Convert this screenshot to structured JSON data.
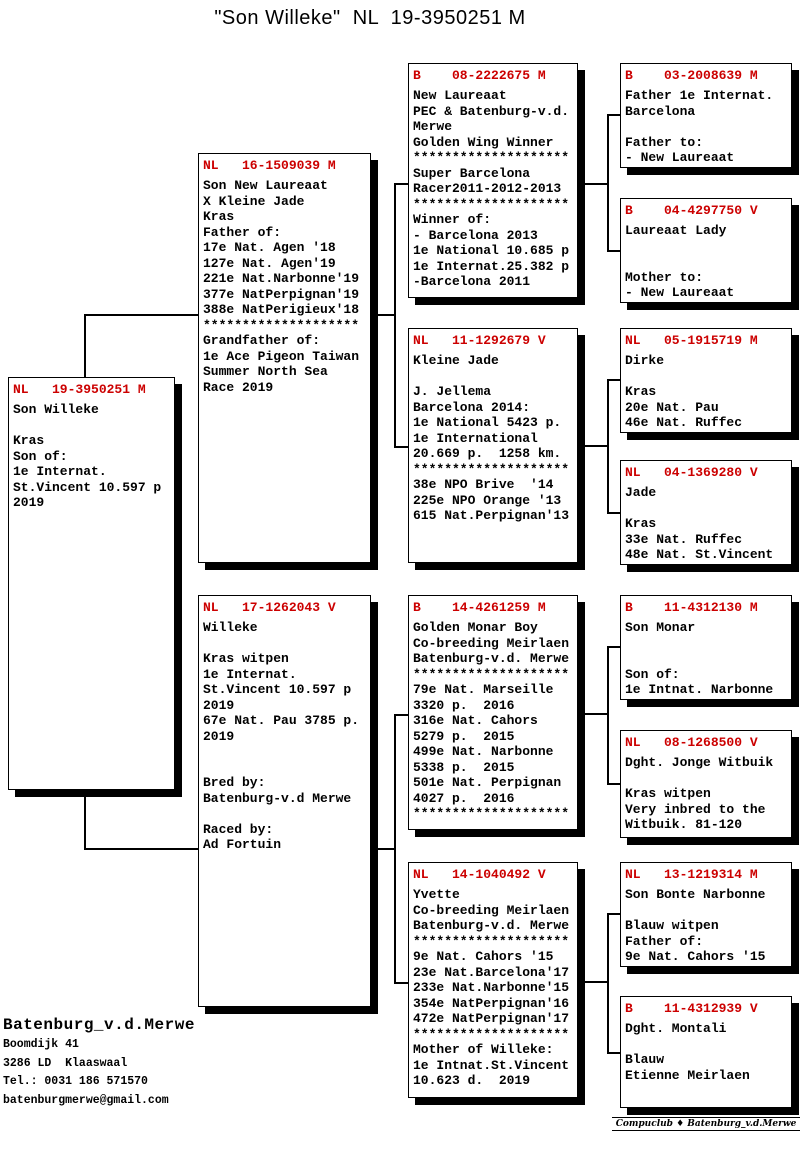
{
  "title": "\"Son Willeke\"  NL  19-3950251 M",
  "colors": {
    "ring_red": "#cc0000",
    "line_black": "#000000",
    "background": "#ffffff"
  },
  "boxes": {
    "subject": {
      "ring": "NL   19-3950251 M",
      "lines": [
        "Son Willeke",
        "",
        "Kras",
        "Son of:",
        "1e Internat.",
        "St.Vincent 10.597 p",
        "2019"
      ]
    },
    "sire": {
      "ring": "NL   16-1509039 M",
      "lines": [
        "Son New Laureaat",
        "X Kleine Jade",
        "Kras",
        "Father of:",
        "17e Nat. Agen '18",
        "127e Nat. Agen'19",
        "221e Nat.Narbonne'19",
        "377e NatPerpignan'19",
        "388e NatPerigieux'18",
        "********************",
        "Grandfather of:",
        "1e Ace Pigeon Taiwan",
        "Summer North Sea",
        "Race 2019"
      ]
    },
    "dam": {
      "ring": "NL   17-1262043 V",
      "lines": [
        "Willeke",
        "",
        "Kras witpen",
        "1e Internat.",
        "St.Vincent 10.597 p",
        "2019",
        "67e Nat. Pau 3785 p.",
        "2019",
        "",
        "",
        "Bred by:",
        "Batenburg-v.d Merwe",
        "",
        "Raced by:",
        "Ad Fortuin"
      ]
    },
    "sire_sire": {
      "ring": "B    08-2222675 M",
      "lines": [
        "New Laureaat",
        "PEC & Batenburg-v.d.",
        "Merwe",
        "Golden Wing Winner",
        "********************",
        "Super Barcelona",
        "Racer2011-2012-2013",
        "********************",
        "Winner of:",
        "- Barcelona 2013",
        "1e National 10.685 p",
        "1e Internat.25.382 p",
        "-Barcelona 2011"
      ]
    },
    "sire_dam": {
      "ring": "NL   11-1292679 V",
      "lines": [
        "Kleine Jade",
        "",
        "J. Jellema",
        "Barcelona 2014:",
        "1e National 5423 p.",
        "1e International",
        "20.669 p.  1258 km.",
        "********************",
        "38e NPO Brive  '14",
        "225e NPO Orange '13",
        "615 Nat.Perpignan'13"
      ]
    },
    "dam_sire": {
      "ring": "B    14-4261259 M",
      "lines": [
        "Golden Monar Boy",
        "Co-breeding Meirlaen",
        "Batenburg-v.d. Merwe",
        "********************",
        "79e Nat. Marseille",
        "3320 p.  2016",
        "316e Nat. Cahors",
        "5279 p.  2015",
        "499e Nat. Narbonne",
        "5338 p.  2015",
        "501e Nat. Perpignan",
        "4027 p.  2016",
        "********************"
      ]
    },
    "dam_dam": {
      "ring": "NL   14-1040492 V",
      "lines": [
        "Yvette",
        "Co-breeding Meirlaen",
        "Batenburg-v.d. Merwe",
        "********************",
        "9e Nat. Cahors '15",
        "23e Nat.Barcelona'17",
        "233e Nat.Narbonne'15",
        "354e NatPerpignan'16",
        "472e NatPerpignan'17",
        "********************",
        "Mother of Willeke:",
        "1e Intnat.St.Vincent",
        "10.623 d.  2019"
      ]
    },
    "sire_sire_sire": {
      "ring": "B    03-2008639 M",
      "lines": [
        "Father 1e Internat.",
        "Barcelona",
        "",
        "Father to:",
        "- New Laureaat"
      ]
    },
    "sire_sire_dam": {
      "ring": "B    04-4297750 V",
      "lines": [
        "Laureaat Lady",
        "",
        "",
        "Mother to:",
        "- New Laureaat"
      ]
    },
    "sire_dam_sire": {
      "ring": "NL   05-1915719 M",
      "lines": [
        "Dirke",
        "",
        "Kras",
        "20e Nat. Pau",
        "46e Nat. Ruffec"
      ]
    },
    "sire_dam_dam": {
      "ring": "NL   04-1369280 V",
      "lines": [
        "Jade",
        "",
        "Kras",
        "33e Nat. Ruffec",
        "48e Nat. St.Vincent"
      ]
    },
    "dam_sire_sire": {
      "ring": "B    11-4312130 M",
      "lines": [
        "Son Monar",
        "",
        "",
        "Son of:",
        "1e Intnat. Narbonne"
      ]
    },
    "dam_sire_dam": {
      "ring": "NL   08-1268500 V",
      "lines": [
        "Dght. Jonge Witbuik",
        "",
        "Kras witpen",
        "Very inbred to the",
        "Witbuik. 81-120"
      ]
    },
    "dam_dam_sire": {
      "ring": "NL   13-1219314 M",
      "lines": [
        "Son Bonte Narbonne",
        "",
        "Blauw witpen",
        "Father of:",
        "9e Nat. Cahors '15"
      ]
    },
    "dam_dam_dam": {
      "ring": "B    11-4312939 V",
      "lines": [
        "Dght. Montali",
        "",
        "Blauw",
        "Etienne Meirlaen"
      ]
    }
  },
  "contact": {
    "name": "Batenburg_v.d.Merwe",
    "lines": [
      "Boomdijk 41",
      "3286 LD  Klaaswaal",
      "Tel.: 0031 186 571570",
      "batenburgmerwe@gmail.com"
    ]
  },
  "footer": {
    "credit": "Compuclub ♦ Batenburg_v.d.Merwe"
  }
}
